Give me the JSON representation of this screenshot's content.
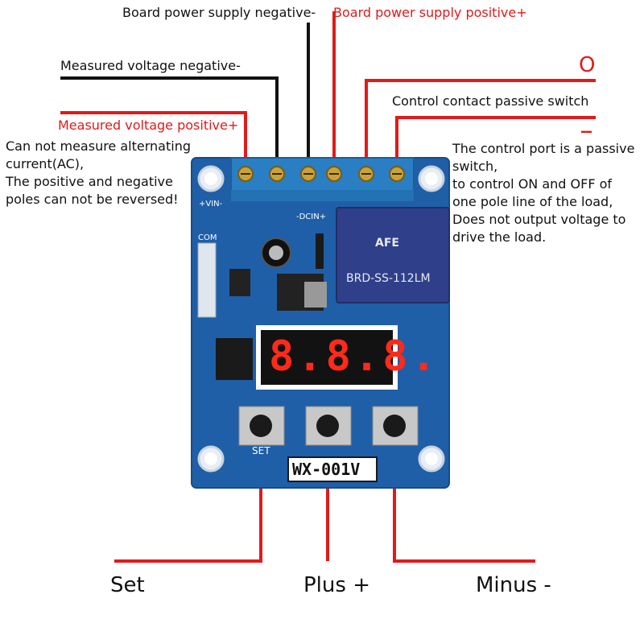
{
  "labels": {
    "board_neg": "Board power supply negative-",
    "board_pos": "Board power supply positive+",
    "meas_neg": "Measured voltage negative-",
    "meas_pos": "Measured voltage positive+",
    "contact": "Control contact passive switch",
    "sym_o": "O",
    "sym_dash": "_"
  },
  "note_left": [
    "Can not measure alternating",
    "current(AC),",
    "The positive and negative",
    "poles can not be reversed!"
  ],
  "note_right": [
    "The control port is a passive",
    "switch,",
    "to control ON and OFF of",
    "one pole line of the load,",
    "Does not output voltage to",
    "drive the load."
  ],
  "buttons": {
    "set": "Set",
    "plus": "Plus +",
    "minus": "Minus -"
  },
  "board": {
    "model": "WX-001V",
    "vin": "+VIN-",
    "dcin": "-DCIN+",
    "com": "COM",
    "relay_brand": "AFE",
    "relay_model": "BRD-SS-112LM",
    "set_silk": "SET",
    "display": "8.8.8."
  },
  "colors": {
    "wire_red": "#e11a1a",
    "wire_black": "#111111",
    "pcb": "#1f5fa8",
    "terminal": "#2a7ec3",
    "relay": "#2f3f8a",
    "display_on": "#ff2a1a"
  }
}
